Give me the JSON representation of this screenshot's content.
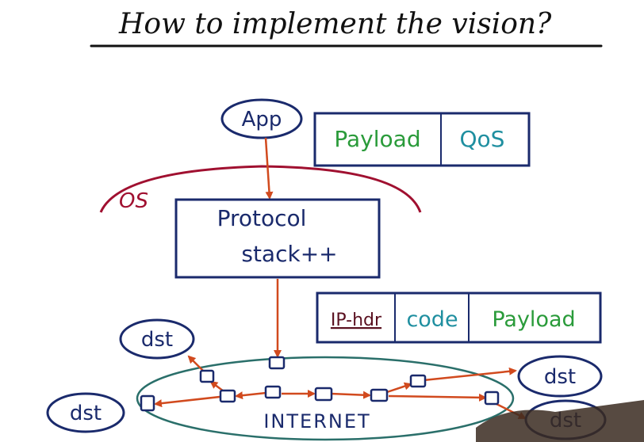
{
  "title": "How to implement the vision?",
  "app_label": "App",
  "os_label": "OS",
  "protocol_stack": {
    "line1": "Protocol",
    "line2": "stack++"
  },
  "top_packet": {
    "fields": [
      "Payload",
      "QoS"
    ]
  },
  "bottom_packet": {
    "fields": [
      "IP-hdr",
      "code",
      "Payload"
    ]
  },
  "internet_label": "INTERNET",
  "destinations": [
    "dst",
    "dst",
    "dst",
    "dst"
  ],
  "colors": {
    "ink": "#1a2a6c",
    "arrow": "#d14a1e",
    "os_arc": "#a01030",
    "payload": "#2a9b3a",
    "qos": "#1f8fa0",
    "code": "#1f8fa0",
    "iphdr": "#5a1020",
    "internet_ellipse": "#2a6f6a",
    "title": "#111111"
  }
}
